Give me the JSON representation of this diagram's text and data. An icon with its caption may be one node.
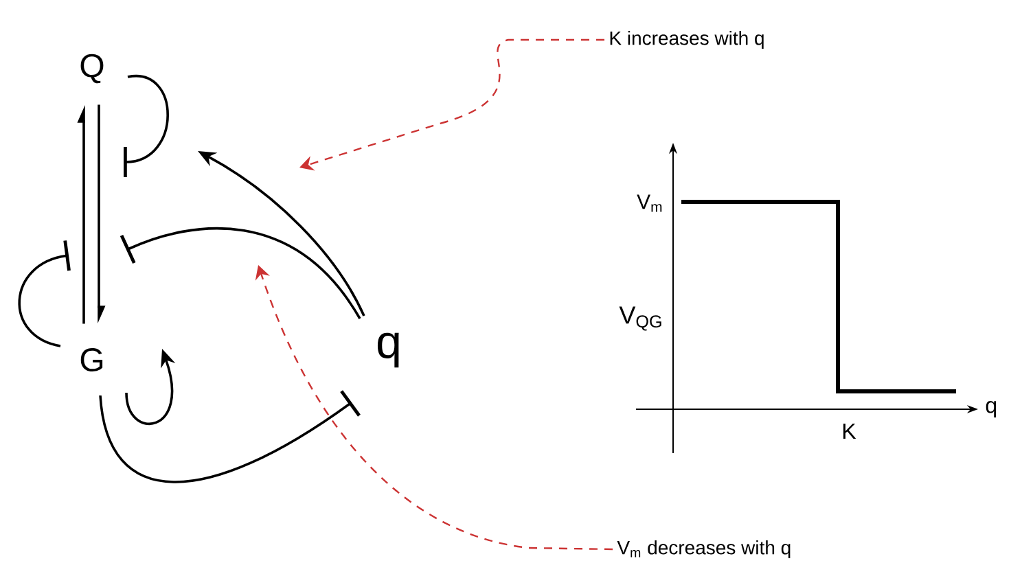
{
  "diagram": {
    "nodes": [
      {
        "text": [
          "Q"
        ]
      },
      {
        "text": [
          "G"
        ]
      },
      {
        "text": [
          "q"
        ]
      },
      {
        "text": [
          "K increases with q"
        ]
      },
      {
        "text": [
          "V$_{m}$ decreases with q"
        ]
      }
    ],
    "edges": [
      {
        "from": 1,
        "to": 0,
        "arrow": "to"
      },
      {
        "from": 0,
        "to": 1,
        "arrow": "to"
      },
      {
        "from": 0,
        "to": null,
        "arrow": "other"
      },
      {
        "from": 1,
        "to": null,
        "arrow": "other"
      },
      {
        "from": 2,
        "to": null,
        "arrow": "to"
      },
      {
        "from": 2,
        "to": null,
        "arrow": "other"
      },
      {
        "from": 1,
        "to": 1,
        "arrow": "to"
      },
      {
        "from": 1,
        "to": 2,
        "arrow": "other"
      },
      {
        "from": 3,
        "to": null,
        "arrow": "to",
        "style": "dashed",
        "color": "#cc3333"
      },
      {
        "from": 4,
        "to": null,
        "arrow": "to",
        "style": "dashed",
        "color": "#cc3333"
      }
    ],
    "labels": [
      "V$_{m}$",
      "V$_{QG}$",
      "K",
      "q"
    ]
  }
}
